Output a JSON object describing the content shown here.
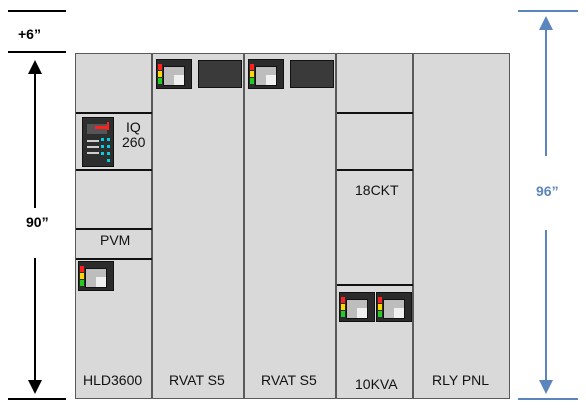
{
  "dimensions": {
    "top_extra": "+6”",
    "cabinet_height": "90”",
    "total_height": "96”"
  },
  "cabinets": {
    "hld3600": {
      "label": "HLD3600",
      "iq_label_1": "IQ",
      "iq_label_2": "260",
      "pvm_label": "PVM"
    },
    "rvat_1": {
      "label": "RVAT S5"
    },
    "rvat_2": {
      "label": "RVAT S5"
    },
    "kva": {
      "label": "10KVA",
      "ckt_label": "18CKT"
    },
    "rly": {
      "label": "RLY PNL"
    }
  },
  "colors": {
    "black_dimension": "#000000",
    "blue_dimension": "#5b86bd",
    "panel_fill": "#d9d9d9",
    "led_red": "#ff2020",
    "led_yellow": "#ffd700",
    "led_green": "#22cc22",
    "iq_accent": "#00d0e0"
  },
  "icons": [
    "arrow-up-icon",
    "arrow-down-icon",
    "breaker-module-icon",
    "iq-meter-icon"
  ]
}
